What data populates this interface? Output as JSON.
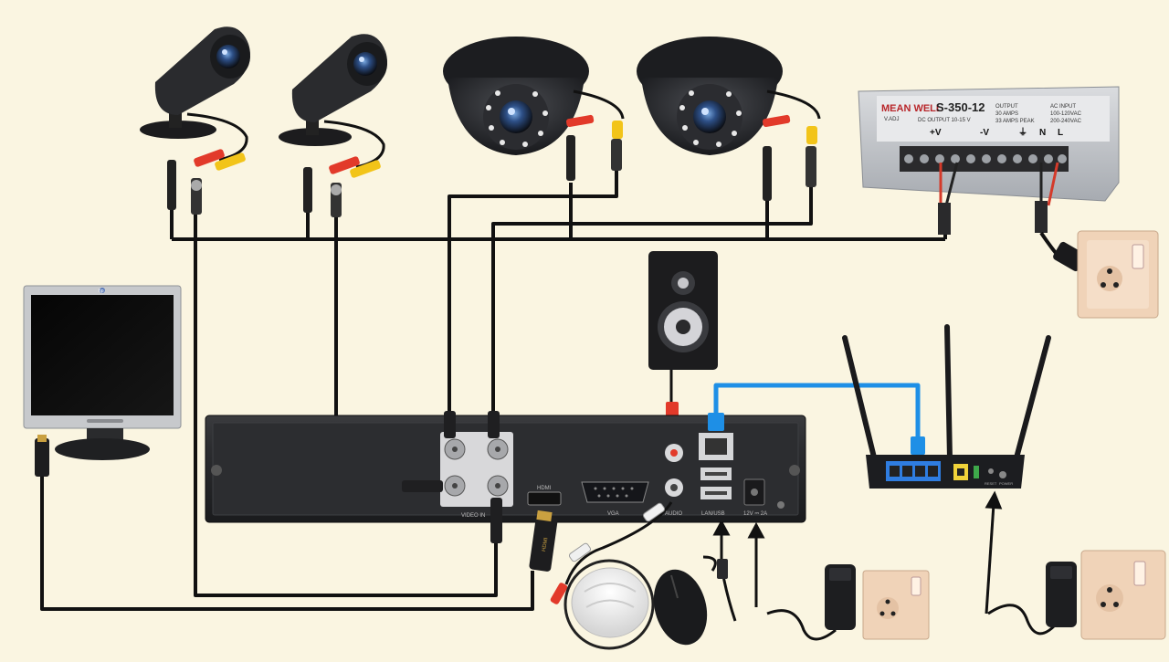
{
  "power_supply": {
    "brand": "MEAN WELL",
    "model": "S-350-12",
    "dc_output": "DC OUTPUT 10-15 V",
    "output_heading": "OUTPUT",
    "output_amps": "30 AMPS",
    "output_peak": "33 AMPS PEAK",
    "ac_heading": "AC INPUT",
    "ac_range_1": "100-120VAC",
    "ac_range_2": "200-240VAC",
    "v_adj": "V.ADJ",
    "terminals": [
      "+V",
      "-V",
      "⏚",
      "N",
      "L"
    ]
  },
  "dvr": {
    "video_label": "VIDEO IN",
    "hdmi_label": "HDMI",
    "vga_label": "VGA",
    "audio_label": "AUDIO",
    "lan_usb_label": "LAN/USB",
    "power_label": "12V ⎓ 2A"
  },
  "monitor": {
    "brand": "hp"
  },
  "hdmi_plug_label": "HDMI",
  "router": {
    "labels": [
      "RESET",
      "POWER"
    ]
  },
  "colors": {
    "background": "#faf5e1",
    "wire": "#111111",
    "lan_cable": "#1e8fe6",
    "rca_red": "#e23a2a",
    "rca_yellow": "#f2c419",
    "socket": "#f0d3b8",
    "hdmi_gold": "#c9a040"
  },
  "icons": [
    "bullet-camera-icon",
    "dome-camera-icon",
    "power-supply-icon",
    "wall-socket-icon",
    "monitor-icon",
    "speaker-icon",
    "dvr-icon",
    "router-icon",
    "microphone-icon",
    "mouse-icon",
    "power-adapter-icon",
    "up-arrow-icon"
  ]
}
